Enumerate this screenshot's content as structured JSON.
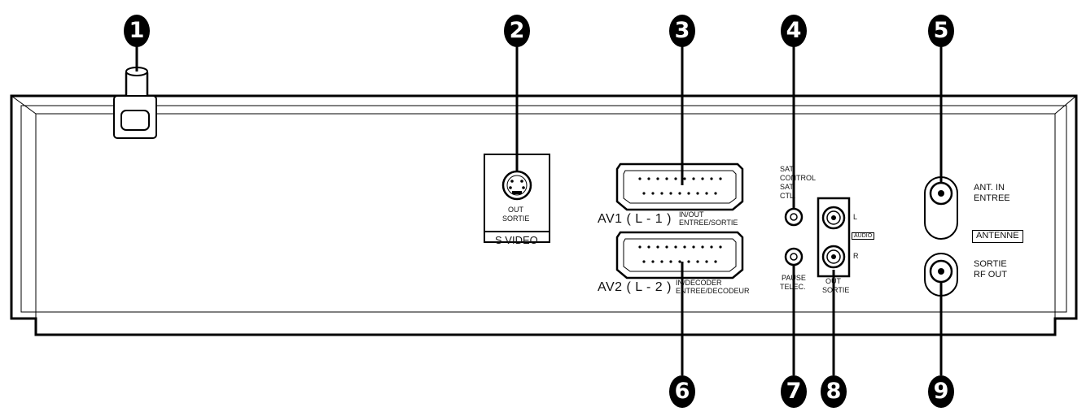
{
  "callouts": [
    "1",
    "2",
    "3",
    "4",
    "5",
    "6",
    "7",
    "8",
    "9"
  ],
  "labels": {
    "s_video_out": "OUT",
    "s_video_sortie": "SORTIE",
    "s_video_title": "S VIDEO",
    "av1_name": "AV1 ( L - 1 )",
    "av1_inout": "IN/OUT",
    "av1_entree_sortie": "ENTREE/SORTIE",
    "av2_name": "AV2 ( L - 2 )",
    "av2_decoder": "IN/DECODER",
    "av2_entree_decodeur": "ENTREE/DECODEUR",
    "sat_control_1": "SAT",
    "sat_control_2": "CONTROL",
    "sat_control_3": "SAT",
    "sat_control_4": "CTL.",
    "pause_1": "PAUSE",
    "pause_2": "TELEC.",
    "audio_l": "L",
    "audio_r": "R",
    "audio_badge": "AUDIO",
    "audio_out_1": "OUT",
    "audio_out_2": "SORTIE",
    "ant_in_1": "ANT. IN",
    "ant_in_2": "ENTREE",
    "antenne": "ANTENNE",
    "rf_out_1": "SORTIE",
    "rf_out_2": "RF OUT"
  }
}
